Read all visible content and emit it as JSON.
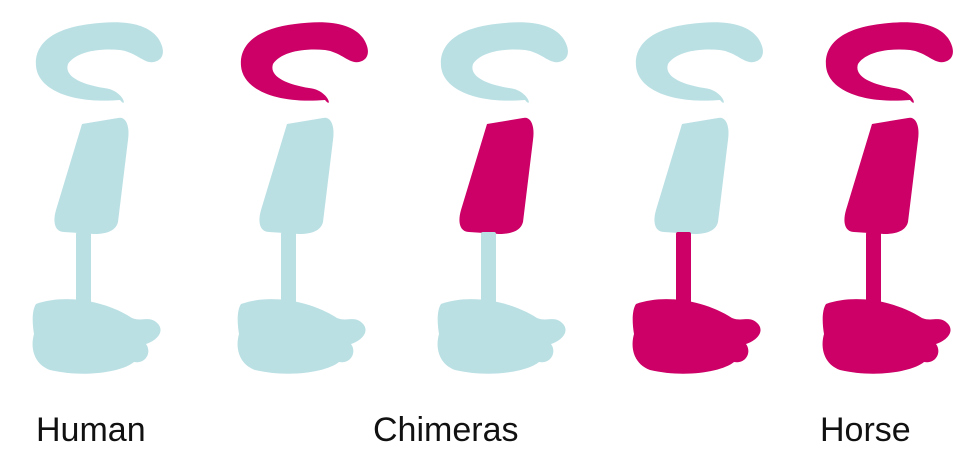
{
  "colors": {
    "human": "#bbe0e4",
    "horse": "#cc0066"
  },
  "domains": [
    "head",
    "neck",
    "stalk",
    "foot"
  ],
  "figures": [
    {
      "id": "human",
      "head": "human",
      "neck": "human",
      "stalk": "human",
      "foot": "human"
    },
    {
      "id": "chimera-1",
      "head": "horse",
      "neck": "human",
      "stalk": "human",
      "foot": "human"
    },
    {
      "id": "chimera-2",
      "head": "human",
      "neck": "horse",
      "stalk": "human",
      "foot": "human"
    },
    {
      "id": "chimera-3",
      "head": "human",
      "neck": "human",
      "stalk": "horse",
      "foot": "horse"
    },
    {
      "id": "horse",
      "head": "horse",
      "neck": "horse",
      "stalk": "horse",
      "foot": "horse"
    }
  ],
  "labels": {
    "human": "Human",
    "chimeras": "Chimeras",
    "horse": "Horse"
  }
}
